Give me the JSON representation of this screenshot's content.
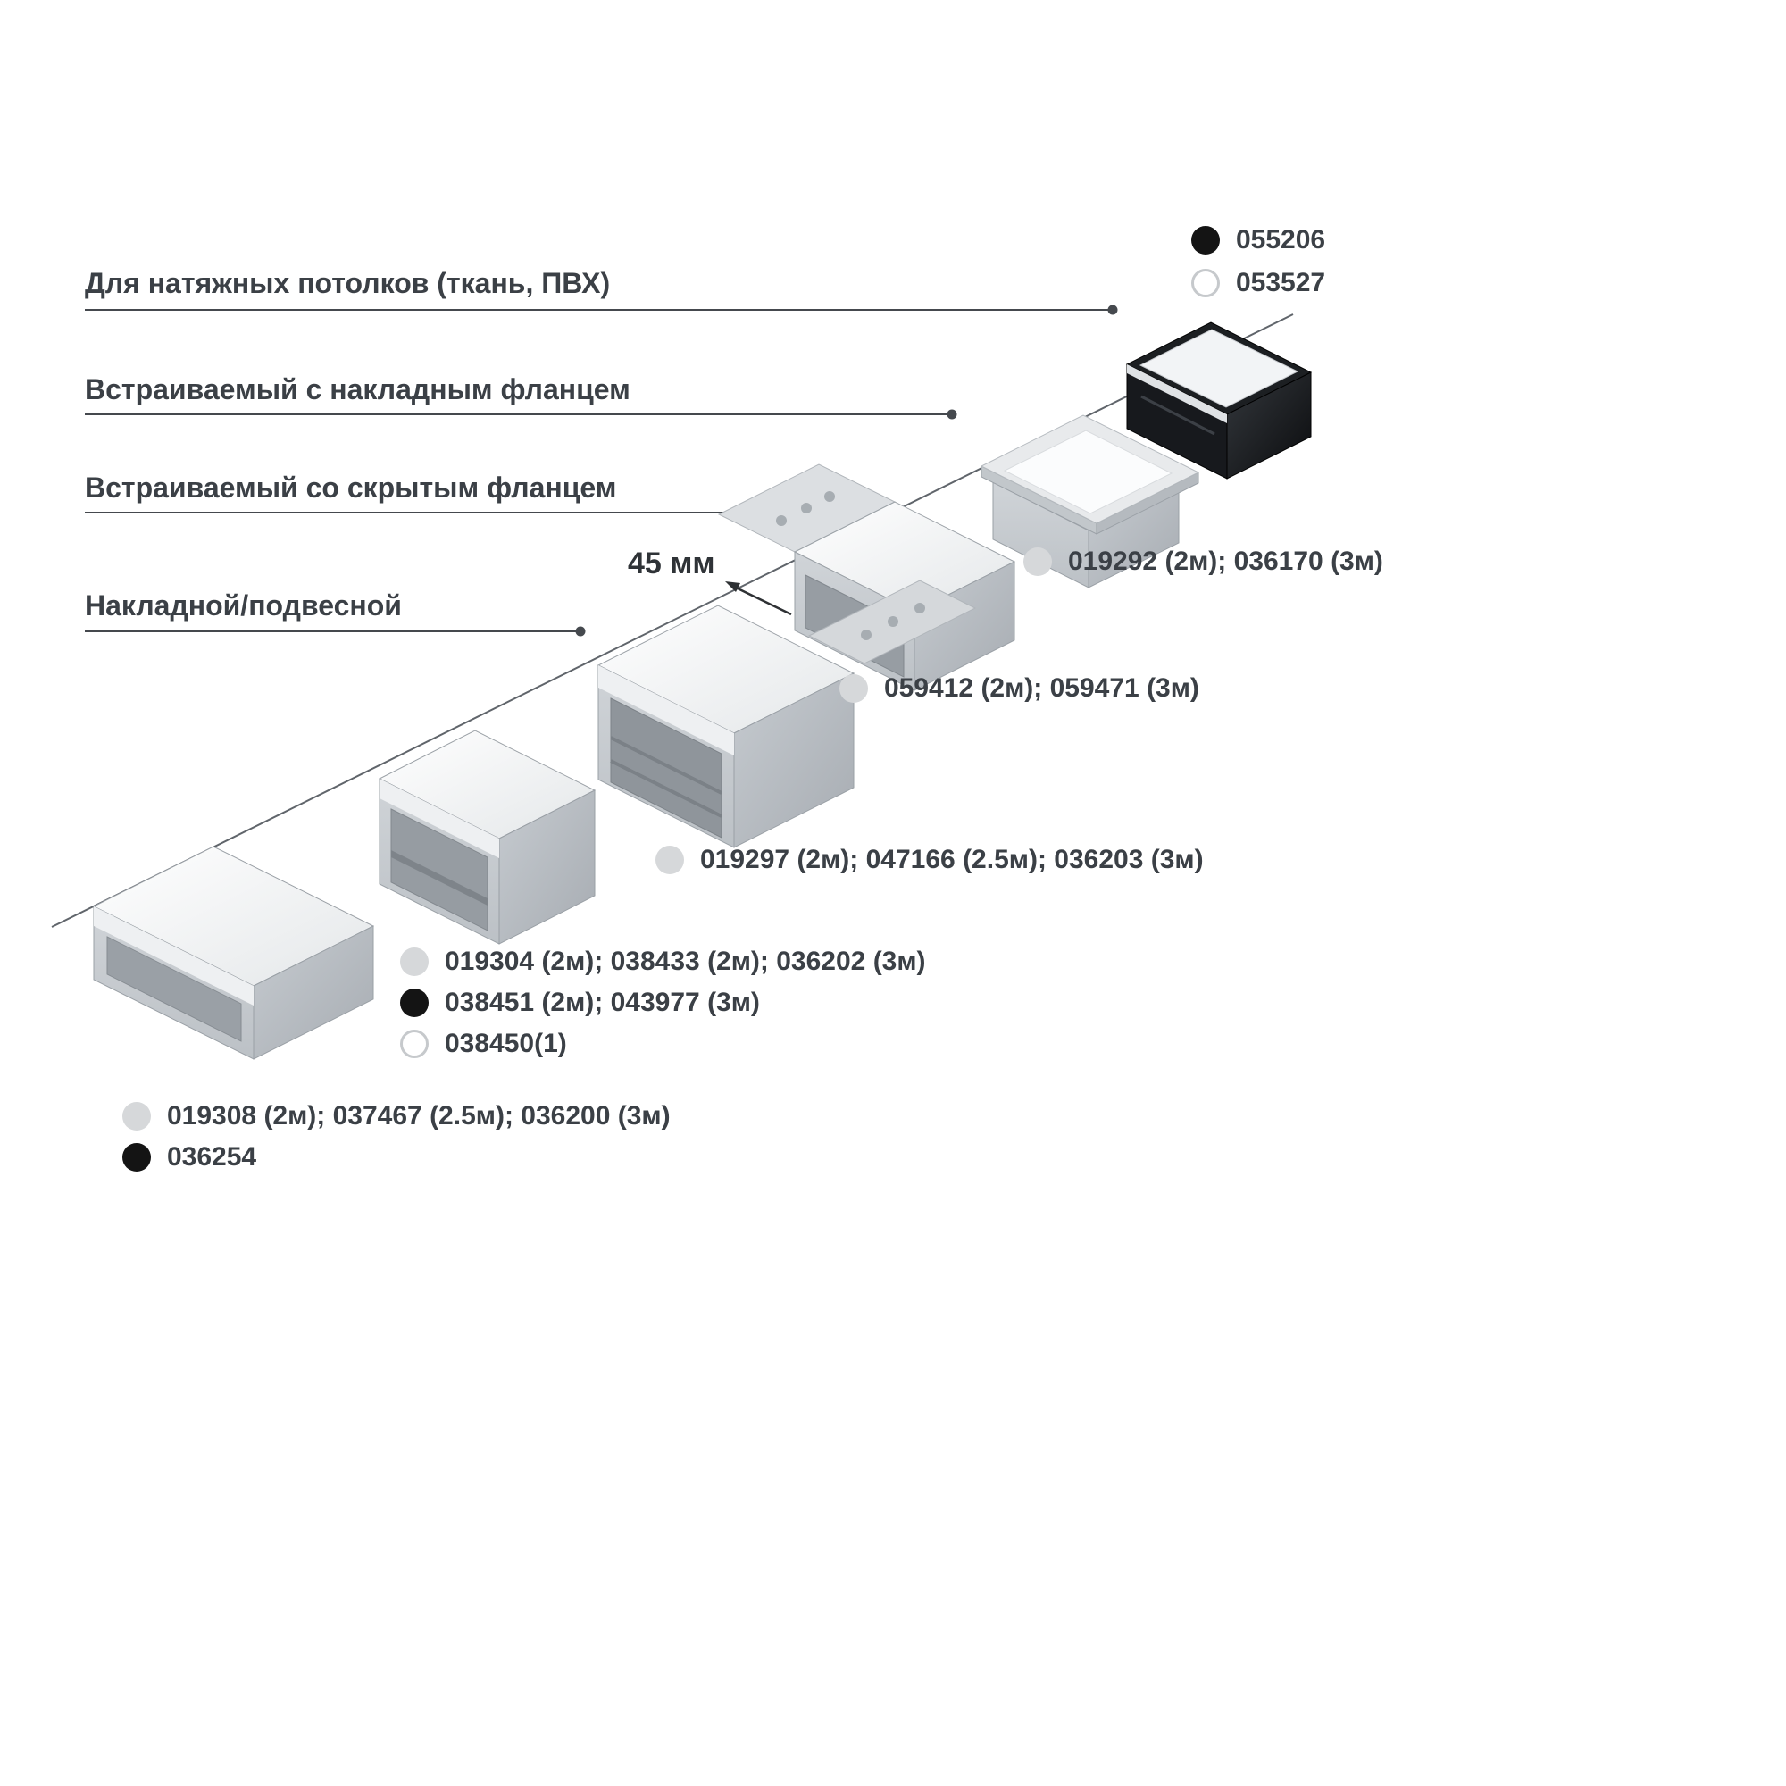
{
  "colors": {
    "text": "#3b4046",
    "connector_line": "#45494e",
    "baseline": "#60656b",
    "dot_gray": "#d6d8da",
    "dot_black": "#141414",
    "dot_white_border": "#c6c9cc"
  },
  "categories": [
    {
      "label": "Для натяжных потолков (ткань, ПВХ)"
    },
    {
      "label": "Встраиваемый с накладным фланцем"
    },
    {
      "label": "Встраиваемый со скрытым фланцем"
    },
    {
      "label": "Накладной/подвесной"
    }
  ],
  "dimension": {
    "label": "45 мм"
  },
  "legend": [
    {
      "dot": "black",
      "code": "055206"
    },
    {
      "dot": "white",
      "code": "053527"
    }
  ],
  "annotations": [
    {
      "dot": "gray",
      "code": "019292 (2м); 036170 (3м)"
    },
    {
      "dot": "gray",
      "code": "059412 (2м); 059471 (3м)"
    },
    {
      "dot": "gray",
      "code": "019297 (2м); 047166 (2.5м); 036203 (3м)"
    },
    {
      "dot": "gray",
      "code": "019304 (2м); 038433 (2м); 036202 (3м)"
    },
    {
      "dot": "black",
      "code": "038451 (2м); 043977 (3м)"
    },
    {
      "dot": "white",
      "code": "038450(1)"
    },
    {
      "dot": "gray",
      "code": "019308 (2м); 037467 (2.5м); 036200 (3м)"
    },
    {
      "dot": "black",
      "code": "036254"
    }
  ]
}
